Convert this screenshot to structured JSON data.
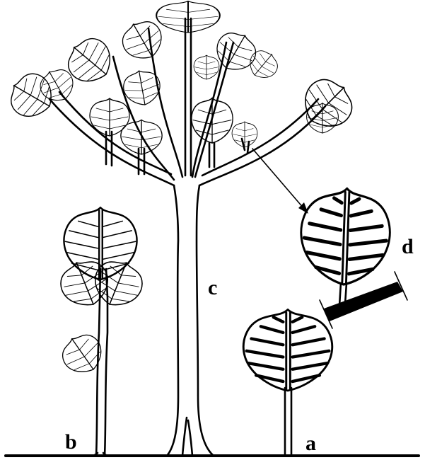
{
  "labels": {
    "a": "a",
    "b": "b",
    "c": "c",
    "d": "d"
  },
  "colors": {
    "ink": "#000000",
    "background": "#ffffff"
  }
}
